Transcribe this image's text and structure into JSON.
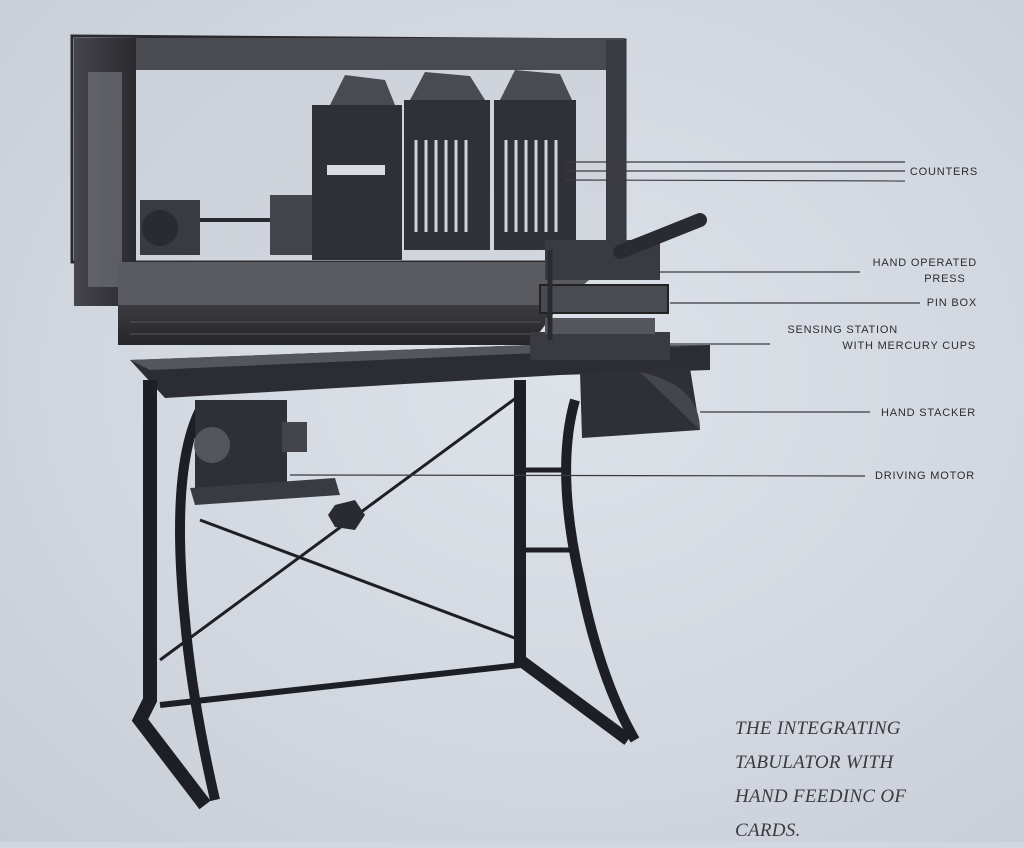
{
  "labels": {
    "counters": "COUNTERS",
    "hand_press_line1": "HAND OPERATED",
    "hand_press_line2": "PRESS",
    "pin_box": "PIN BOX",
    "sensing_line1": "SENSING STATION",
    "sensing_line2": "WITH MERCURY CUPS",
    "hand_stacker": "HAND STACKER",
    "driving_motor": "DRIVING MOTOR"
  },
  "caption": {
    "line1": "THE INTEGRATING",
    "line2": "TABULATOR WITH",
    "line3": "HAND FEEDINC OF",
    "line4": "CARDS."
  },
  "colors": {
    "paper": "#d3d8e0",
    "ink": "#1e1f24",
    "text": "#2c2c30"
  }
}
